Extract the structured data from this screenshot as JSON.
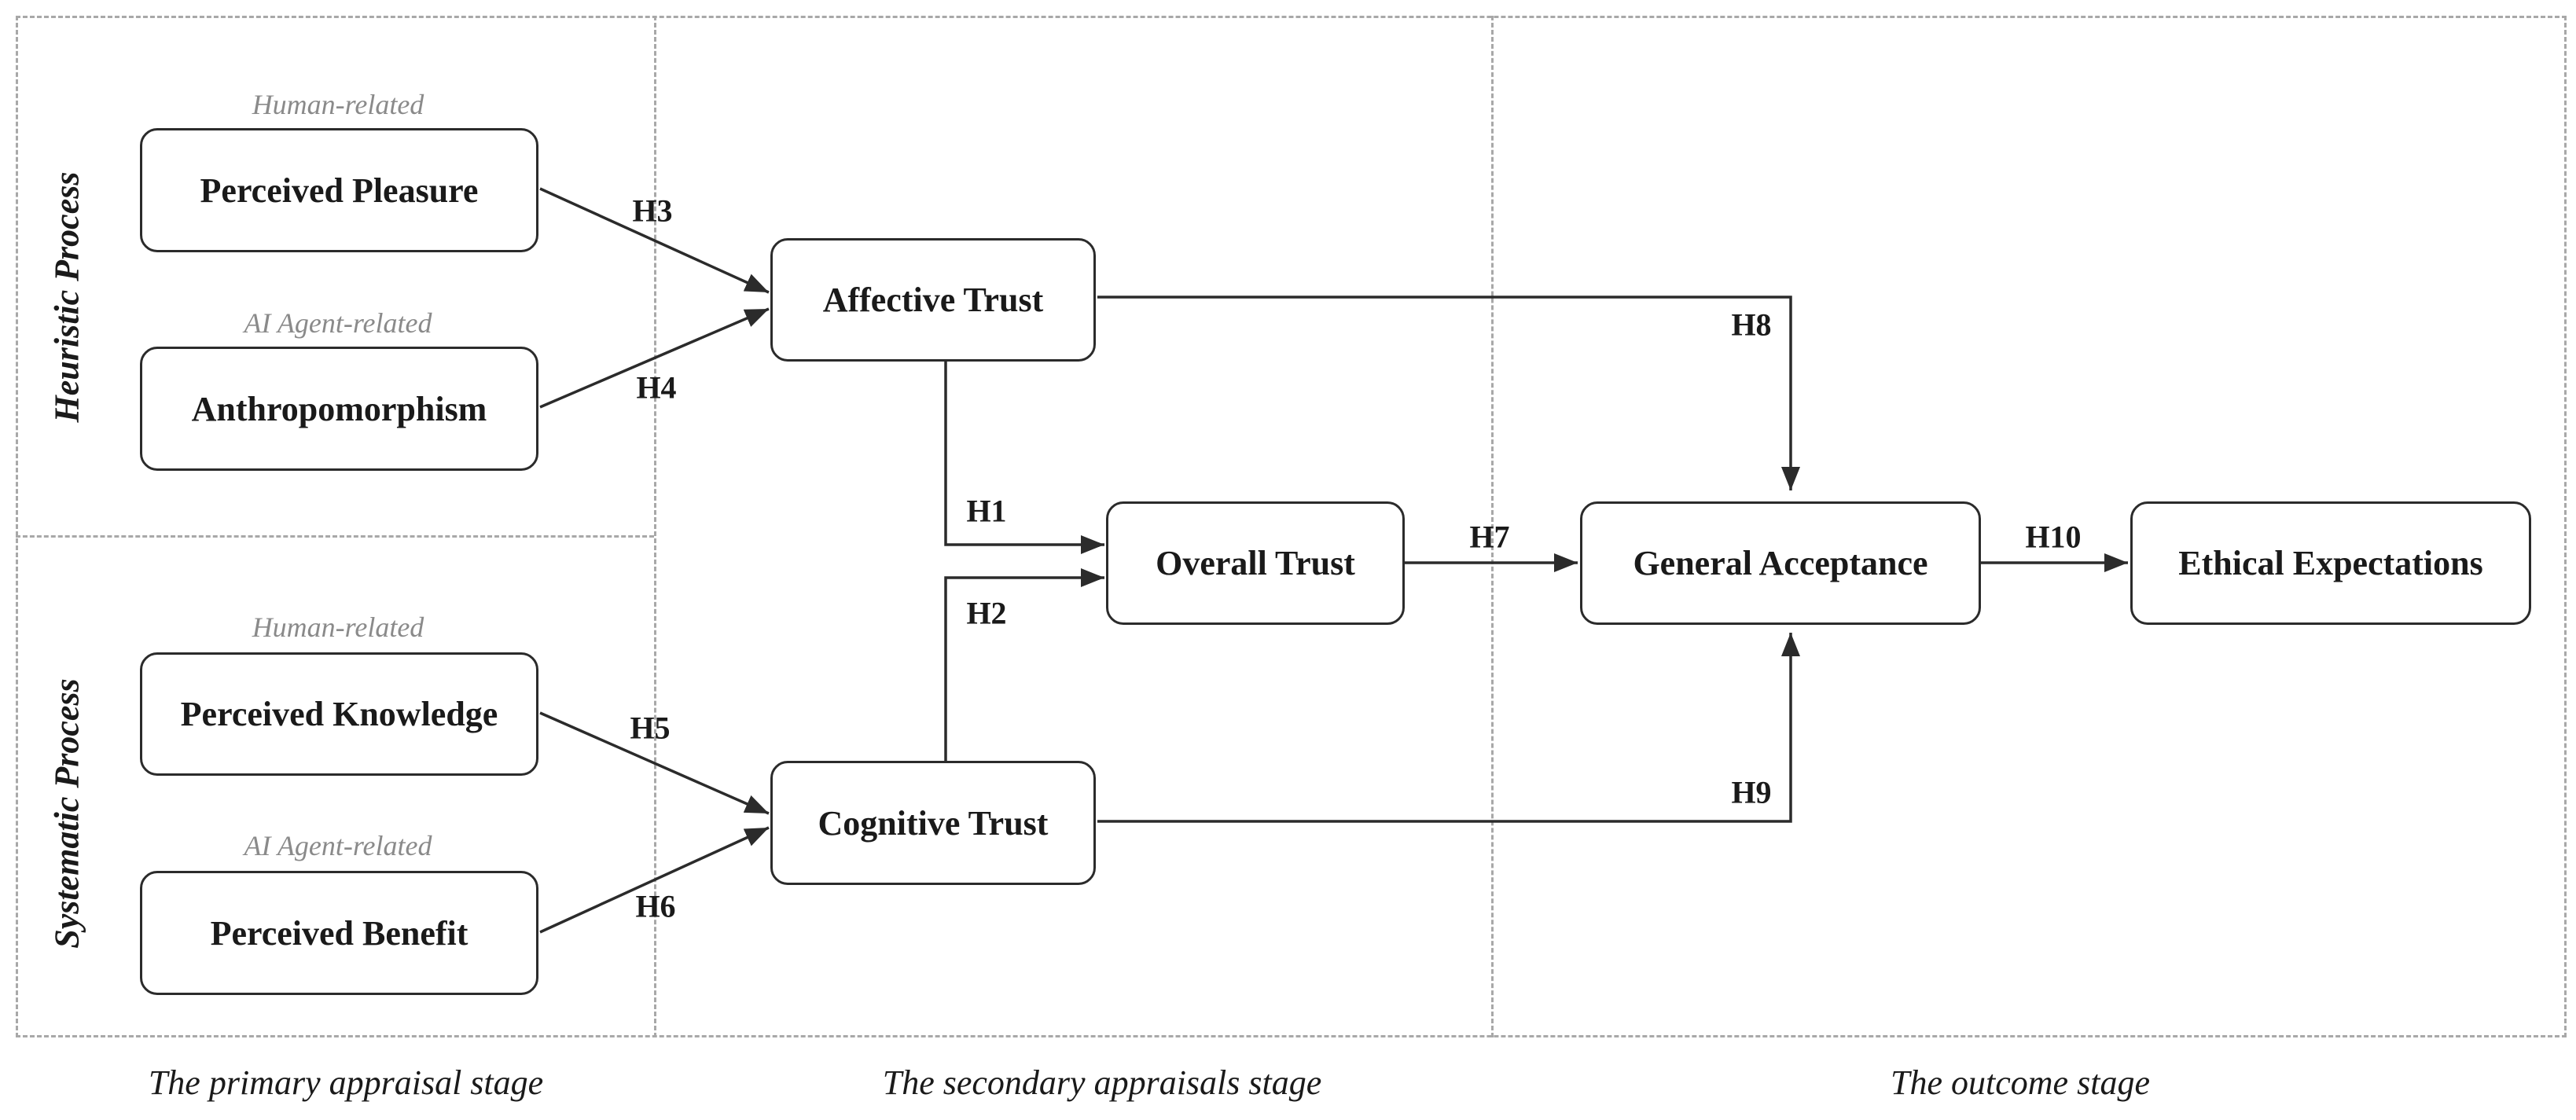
{
  "processes": {
    "heuristic": "Heuristic Process",
    "systematic": "Systematic Process"
  },
  "stages": {
    "primary": "The primary appraisal stage",
    "secondary": "The secondary appraisals stage",
    "outcome": "The outcome stage"
  },
  "subtitles": {
    "pleasure": "Human-related",
    "anthropomorphism": "AI Agent-related",
    "knowledge": "Human-related",
    "benefit": "AI Agent-related"
  },
  "constructs": {
    "perceived_pleasure": "Perceived Pleasure",
    "anthropomorphism": "Anthropomorphism",
    "perceived_knowledge": "Perceived Knowledge",
    "perceived_benefit": "Perceived Benefit",
    "affective_trust": "Affective Trust",
    "cognitive_trust": "Cognitive Trust",
    "overall_trust": "Overall Trust",
    "general_acceptance": "General Acceptance",
    "ethical_expectations": "Ethical Expectations"
  },
  "hypotheses": {
    "h1": "H1",
    "h2": "H2",
    "h3": "H3",
    "h4": "H4",
    "h5": "H5",
    "h6": "H6",
    "h7": "H7",
    "h8": "H8",
    "h9": "H9",
    "h10": "H10"
  },
  "colors": {
    "line": "#2b2b2b",
    "dash": "#a8a8a8",
    "subtitle": "#8a8a8a"
  }
}
